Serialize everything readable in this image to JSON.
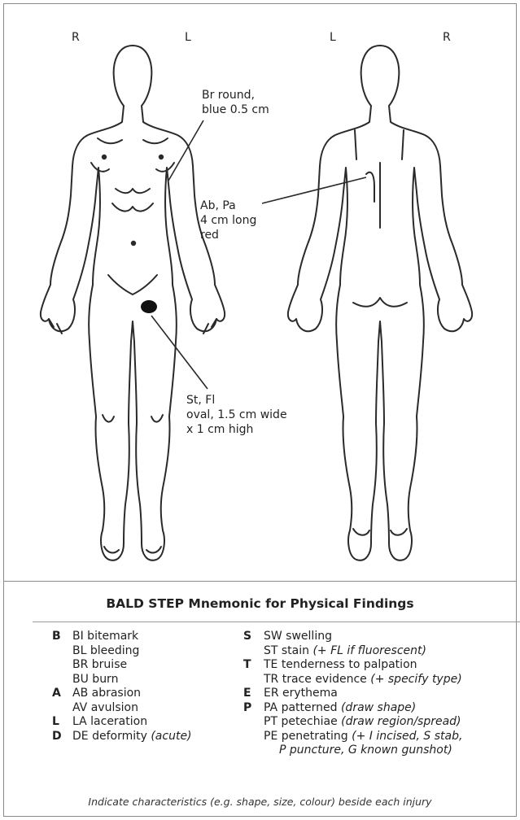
{
  "body_diagram": {
    "front_side_right": "R",
    "front_side_left": "L",
    "back_side_left": "L",
    "back_side_right": "R",
    "annotations": {
      "bruise": "Br round,\nblue 0.5 cm",
      "abrasion": "Ab, Pa\n4 cm long\nred",
      "stain": "St, Fl\noval, 1.5 cm wide\nx 1 cm high"
    }
  },
  "mnemonic": {
    "title": "BALD STEP Mnemonic for Physical Findings",
    "left_column": [
      {
        "letter": "B",
        "text": "BI bitemark",
        "note": ""
      },
      {
        "letter": "",
        "text": "BL bleeding",
        "note": ""
      },
      {
        "letter": "",
        "text": "BR bruise",
        "note": ""
      },
      {
        "letter": "",
        "text": "BU burn",
        "note": ""
      },
      {
        "letter": "A",
        "text": "AB abrasion",
        "note": ""
      },
      {
        "letter": "",
        "text": "AV avulsion",
        "note": ""
      },
      {
        "letter": "L",
        "text": "LA laceration",
        "note": ""
      },
      {
        "letter": "D",
        "text": "DE deformity",
        "note": "(acute)"
      }
    ],
    "right_column": [
      {
        "letter": "S",
        "text": "SW swelling",
        "note": ""
      },
      {
        "letter": "",
        "text": "ST stain",
        "note": "(+ FL if fluorescent)"
      },
      {
        "letter": "T",
        "text": "TE tenderness to palpation",
        "note": ""
      },
      {
        "letter": "",
        "text": "TR trace evidence",
        "note": "(+ specify type)"
      },
      {
        "letter": "E",
        "text": "ER erythema",
        "note": ""
      },
      {
        "letter": "P",
        "text": "PA patterned",
        "note": "(draw shape)"
      },
      {
        "letter": "",
        "text": "PT petechiae",
        "note": "(draw region/spread)"
      },
      {
        "letter": "",
        "text": "PE penetrating",
        "note": "(+ I incised, S stab,"
      },
      {
        "letter": "",
        "text": "",
        "note": "P puncture, G known gunshot)"
      }
    ],
    "footer": "Indicate characteristics (e.g. shape, size, colour) beside each injury"
  },
  "colors": {
    "border": "#8a8a8a",
    "ink": "#222222",
    "lesion": "#111111"
  }
}
